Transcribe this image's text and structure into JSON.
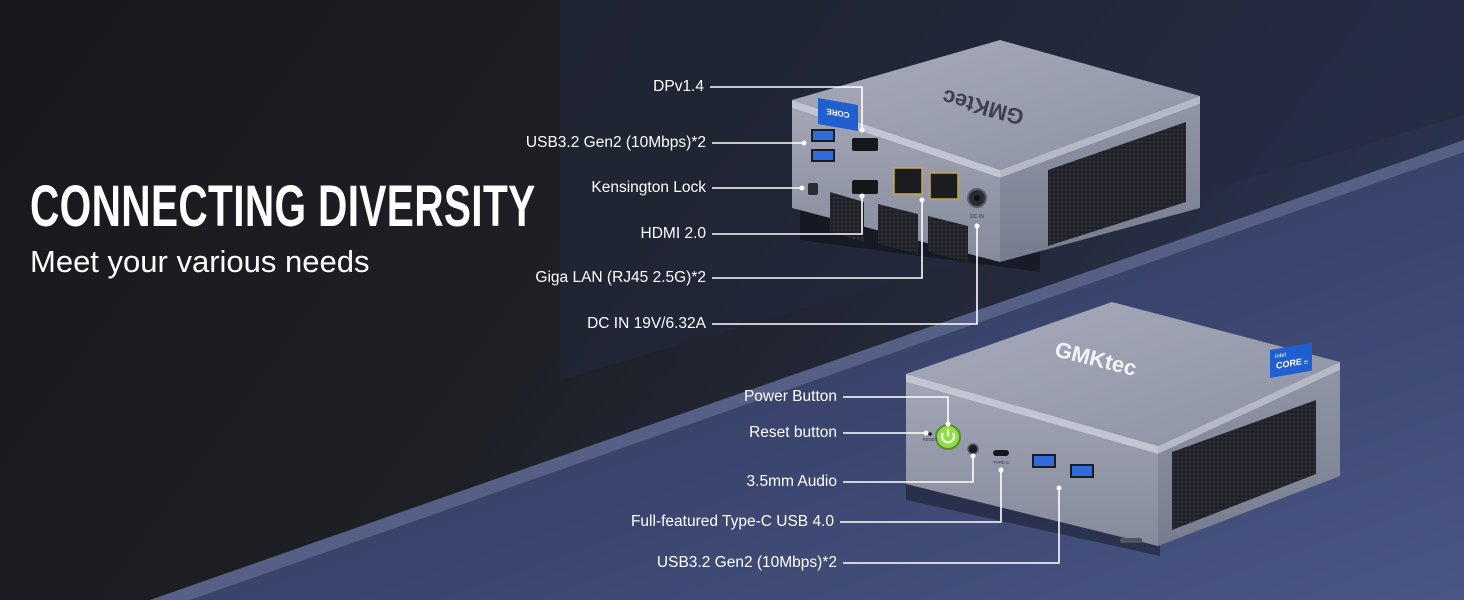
{
  "headline": {
    "title": "CONNECTING DIVERSITY",
    "subtitle": "Meet your various needs"
  },
  "brand": {
    "logo_text": "GMKtec",
    "chip_brand": "intel",
    "chip_name": "CORE",
    "chip_tier": "i5"
  },
  "rear_ports": [
    "DPv1.4",
    "USB3.2 Gen2 (10Mbps)*2",
    "Kensington Lock",
    "HDMI 2.0",
    "Giga LAN (RJ45 2.5G)*2",
    "DC IN 19V/6.32A"
  ],
  "front_ports": [
    "Power Button",
    "Reset button",
    "3.5mm Audio",
    "Full-featured Type-C USB 4.0",
    "USB3.2 Gen2 (10Mbps)*2"
  ],
  "device_markings": {
    "reset": "RESET",
    "type_c": "TYPE-C",
    "dc": "DC IN"
  },
  "colors": {
    "background": "#1c1d22",
    "surface": "#3a4466",
    "device_body": "#8f94a6",
    "power_button": "#8ee04a",
    "usb_blue": "#2f6bdc",
    "callout_line": "#ffffff"
  }
}
